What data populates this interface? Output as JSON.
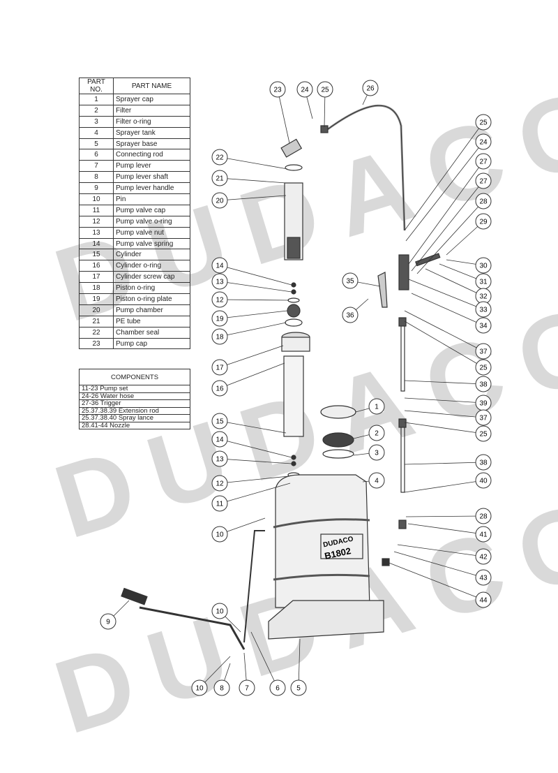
{
  "watermark": "DUDACO",
  "parts_table": {
    "headers": [
      "PART NO.",
      "PART NAME"
    ],
    "rows": [
      [
        "1",
        "Sprayer cap"
      ],
      [
        "2",
        "Filter"
      ],
      [
        "3",
        "Filter o-ring"
      ],
      [
        "4",
        "Sprayer tank"
      ],
      [
        "5",
        "Sprayer base"
      ],
      [
        "6",
        "Connecting rod"
      ],
      [
        "7",
        "Pump lever"
      ],
      [
        "8",
        "Pump lever shaft"
      ],
      [
        "9",
        "Pump lever handle"
      ],
      [
        "10",
        "Pin"
      ],
      [
        "11",
        "Pump valve cap"
      ],
      [
        "12",
        "Pump valve o-ring"
      ],
      [
        "13",
        "Pump valve nut"
      ],
      [
        "14",
        "Pump valve spring"
      ],
      [
        "15",
        "Cylinder"
      ],
      [
        "16",
        "Cylinder o-ring"
      ],
      [
        "17",
        "Cylinder screw cap"
      ],
      [
        "18",
        "Piston o-ring"
      ],
      [
        "19",
        "Piston o-ring plate"
      ],
      [
        "20",
        "Pump chamber"
      ],
      [
        "21",
        "PE tube"
      ],
      [
        "22",
        "Chamber seal"
      ],
      [
        "23",
        "Pump cap"
      ]
    ]
  },
  "components": {
    "title": "COMPONENTS",
    "rows": [
      "11-23  Pump set",
      "24-26  Water hose",
      "27-36  Trigger",
      "25.37.38.39  Extension rod",
      "25.37.38.40  Spray lance",
      "28.41-44  Nozzle"
    ]
  },
  "tank_label": {
    "brand": "DUDACO",
    "model": "B1802"
  },
  "callouts": [
    "23",
    "24",
    "25",
    "26",
    "25",
    "24",
    "27",
    "27",
    "28",
    "29",
    "30",
    "31",
    "32",
    "33",
    "34",
    "37",
    "25",
    "38",
    "39",
    "37",
    "25",
    "38",
    "40",
    "28",
    "41",
    "42",
    "43",
    "44",
    "22",
    "21",
    "20",
    "14",
    "13",
    "12",
    "19",
    "18",
    "17",
    "16",
    "15",
    "14",
    "13",
    "12",
    "11",
    "10",
    "35",
    "36",
    "1",
    "2",
    "3",
    "4",
    "9",
    "10",
    "10",
    "8",
    "7",
    "6",
    "5"
  ]
}
